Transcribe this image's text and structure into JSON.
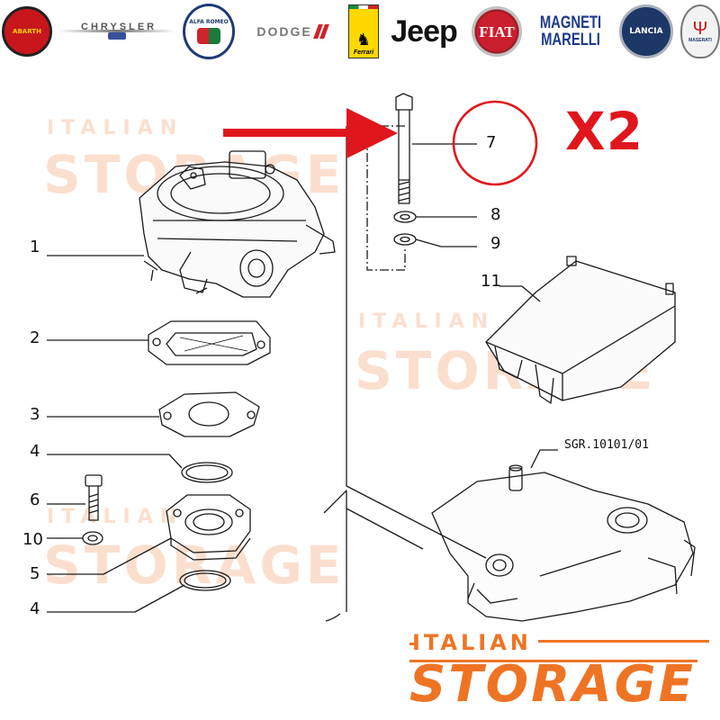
{
  "brands": [
    {
      "name": "ABARTH"
    },
    {
      "name": "CHRYSLER"
    },
    {
      "name": "ALFA ROMEO"
    },
    {
      "name": "DODGE"
    },
    {
      "name": "Ferrari"
    },
    {
      "name": "Jeep"
    },
    {
      "name": "FIAT"
    },
    {
      "name": "MAGNETI MARELLI"
    },
    {
      "name": "LANCIA"
    },
    {
      "name": "MASERATI"
    }
  ],
  "callouts": {
    "c1": "1",
    "c2": "2",
    "c3": "3",
    "c4a": "4",
    "c4b": "4",
    "c5": "5",
    "c6": "6",
    "c7": "7",
    "c8": "8",
    "c9": "9",
    "c10": "10",
    "c11": "11"
  },
  "reference_code": "SGR.10101/01",
  "quantity_label": "X2",
  "watermark": {
    "line1": "ITALIAN",
    "line2": "STORAGE"
  },
  "colors": {
    "accent_red": "#e0161d",
    "watermark_orange": "#ee7424",
    "line": "#1a1a1a"
  }
}
